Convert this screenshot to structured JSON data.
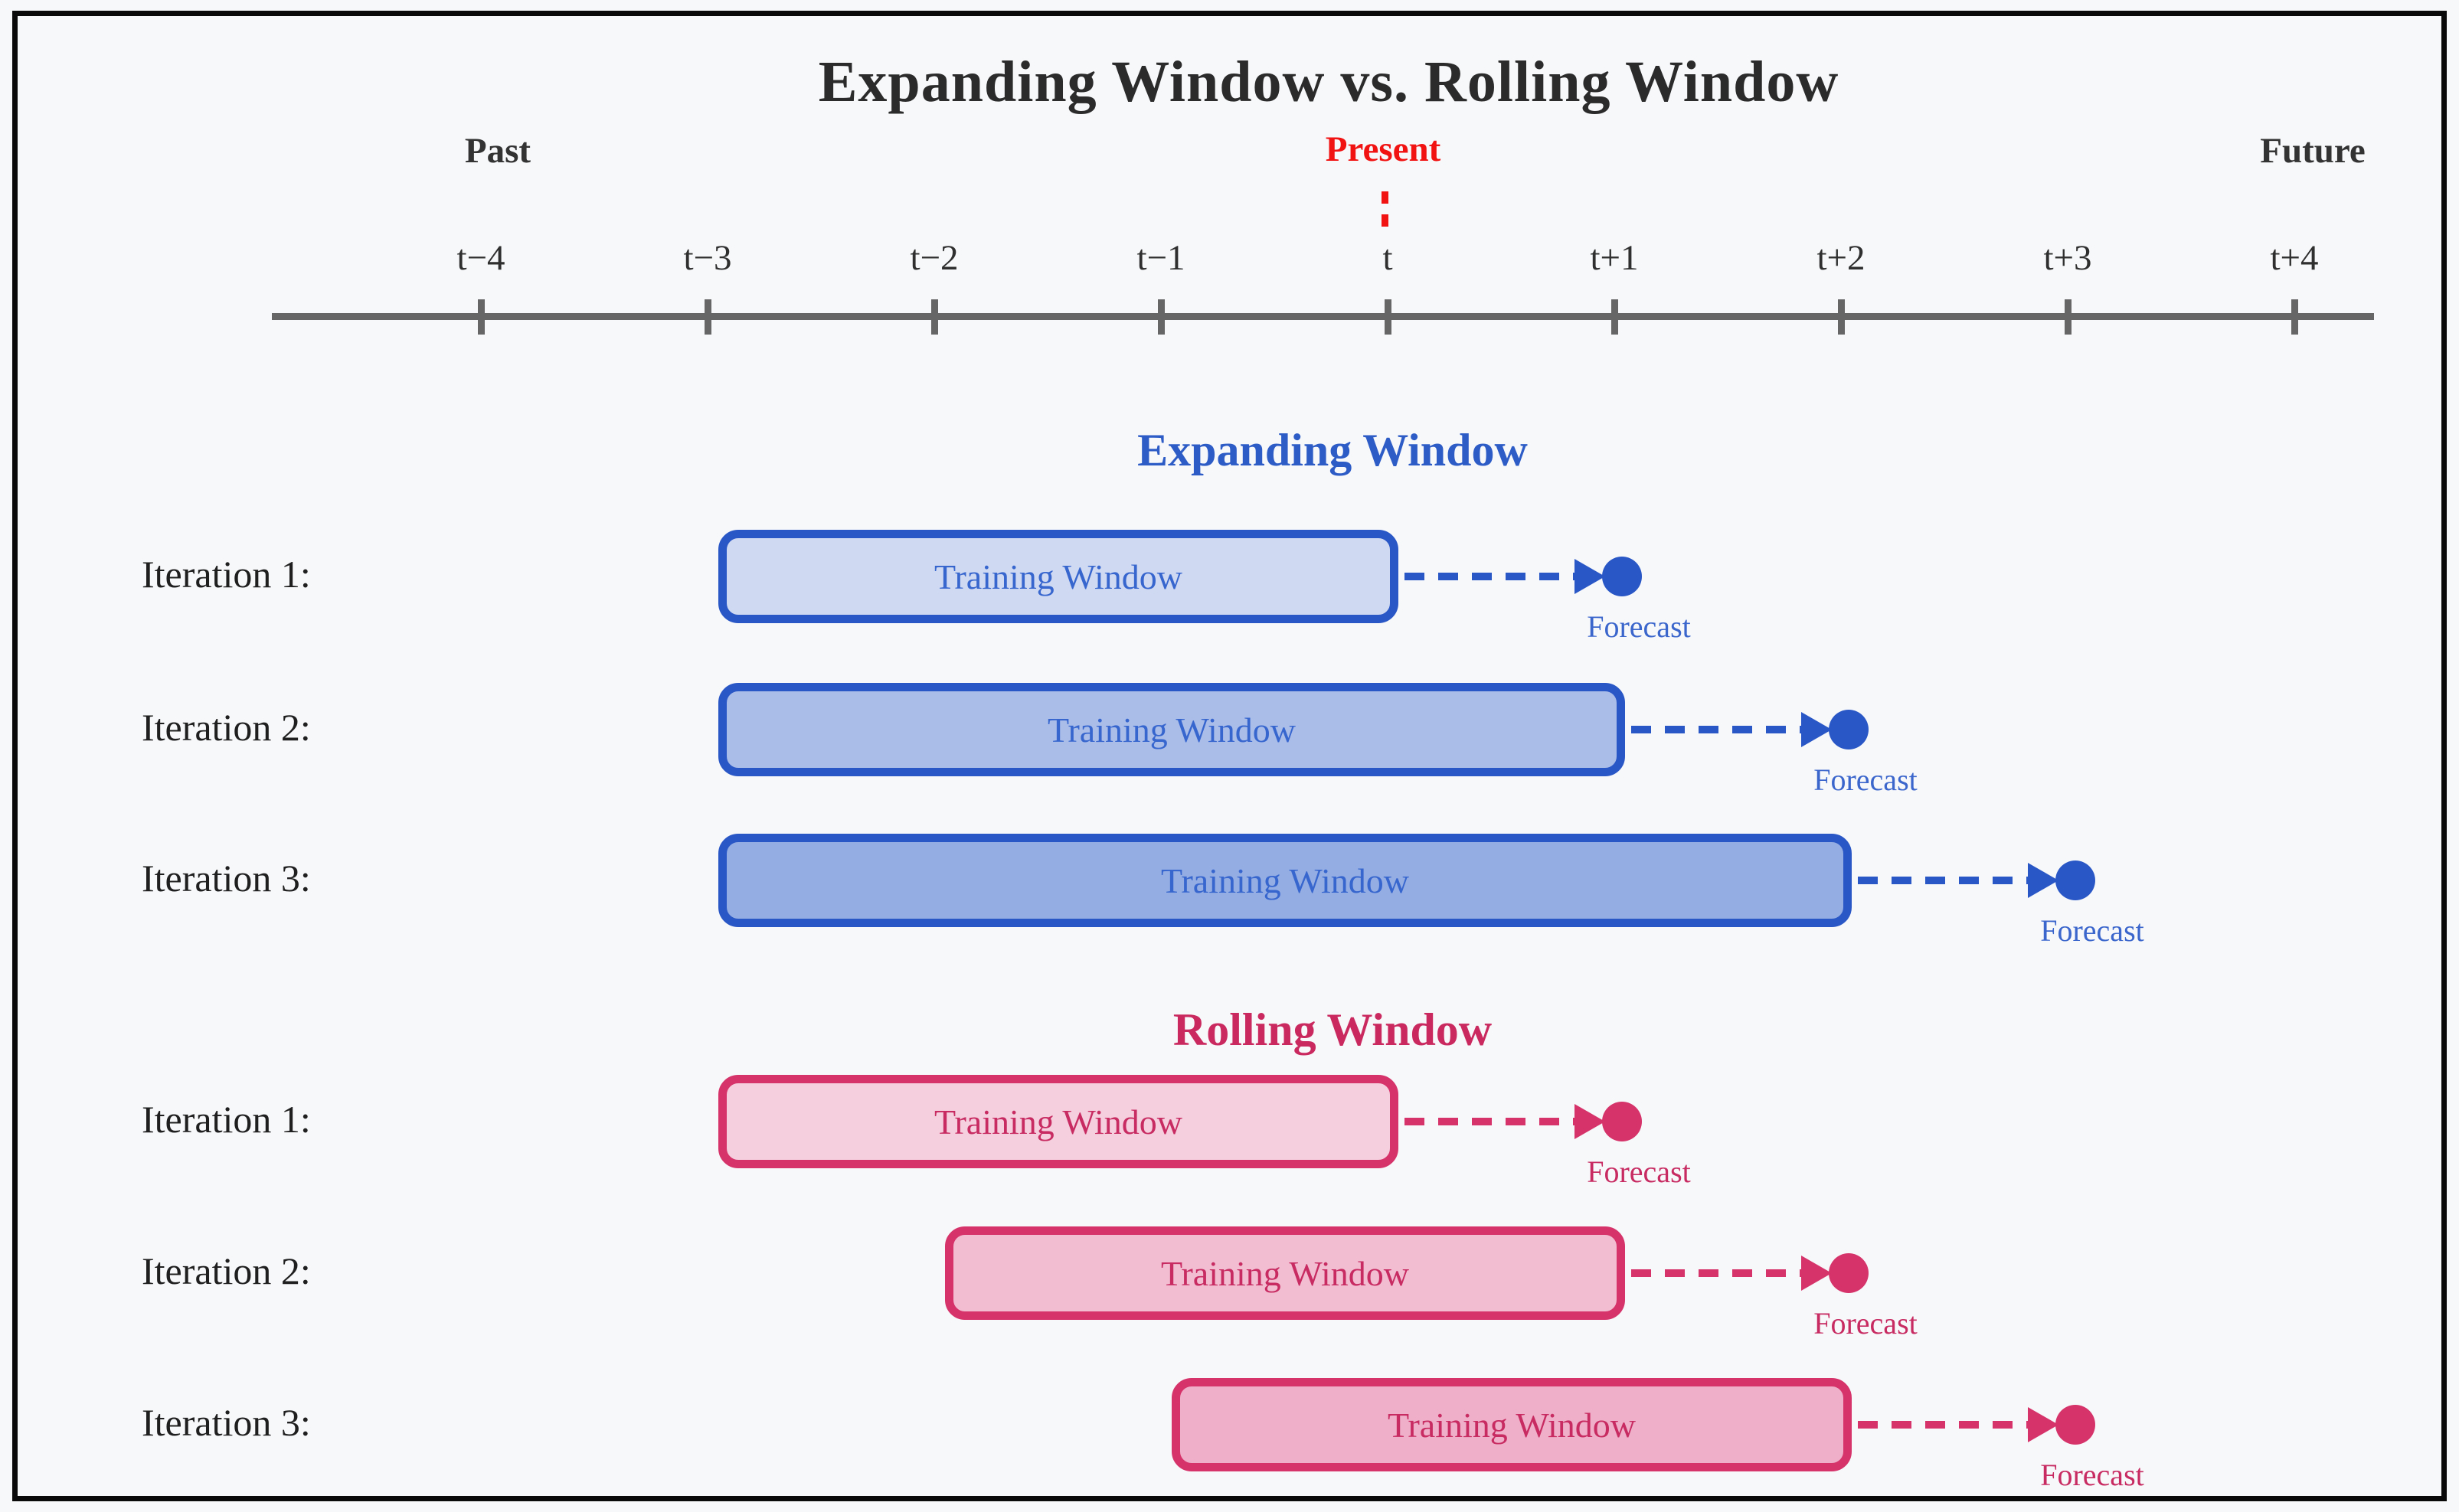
{
  "title": "Expanding Window vs. Rolling Window",
  "timeline": {
    "past": "Past",
    "present": "Present",
    "future": "Future",
    "tick_labels": [
      "t−4",
      "t−3",
      "t−2",
      "t−1",
      "t",
      "t+1",
      "t+2",
      "t+3",
      "t+4"
    ]
  },
  "colors": {
    "background": "#f7f8fa",
    "frame": "#0a0a0a",
    "timeline_gray": "#666666",
    "present_red": "#f11212",
    "expanding_accent": "#2d5cc7",
    "rolling_accent": "#d5336a"
  },
  "sections": [
    {
      "name": "Expanding Window",
      "iterations": [
        {
          "label": "Iteration 1:",
          "box_label": "Training Window",
          "train_start": "t−3",
          "train_end": "t",
          "forecast_at": "t+1",
          "forecast_label": "Forecast"
        },
        {
          "label": "Iteration 2:",
          "box_label": "Training Window",
          "train_start": "t−3",
          "train_end": "t+1",
          "forecast_at": "t+2",
          "forecast_label": "Forecast"
        },
        {
          "label": "Iteration 3:",
          "box_label": "Training Window",
          "train_start": "t−3",
          "train_end": "t+2",
          "forecast_at": "t+3",
          "forecast_label": "Forecast"
        }
      ]
    },
    {
      "name": "Rolling Window",
      "iterations": [
        {
          "label": "Iteration 1:",
          "box_label": "Training Window",
          "train_start": "t−3",
          "train_end": "t",
          "forecast_at": "t+1",
          "forecast_label": "Forecast"
        },
        {
          "label": "Iteration 2:",
          "box_label": "Training Window",
          "train_start": "t−2",
          "train_end": "t+1",
          "forecast_at": "t+2",
          "forecast_label": "Forecast"
        },
        {
          "label": "Iteration 3:",
          "box_label": "Training Window",
          "train_start": "t−1",
          "train_end": "t+2",
          "forecast_at": "t+3",
          "forecast_label": "Forecast"
        }
      ]
    }
  ]
}
